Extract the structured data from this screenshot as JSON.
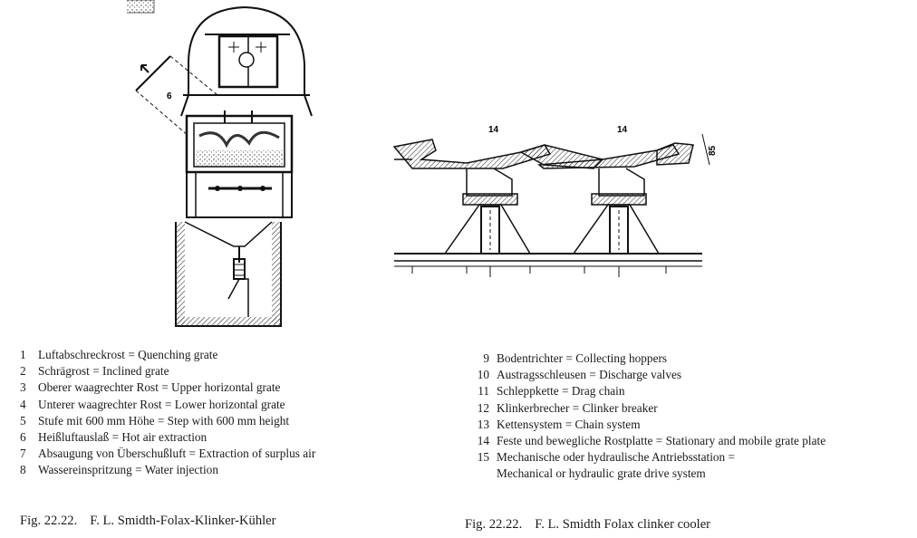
{
  "figure_left": {
    "callout": "6"
  },
  "figure_right": {
    "callout_a": "14",
    "callout_b": "14",
    "dimension": "85"
  },
  "legend_left": [
    {
      "num": "1",
      "text": "Luftabschreckrost = Quenching grate"
    },
    {
      "num": "2",
      "text": "Schrägrost = Inclined grate"
    },
    {
      "num": "3",
      "text": "Oberer waagrechter Rost = Upper horizontal grate"
    },
    {
      "num": "4",
      "text": "Unterer waagrechter Rost = Lower horizontal grate"
    },
    {
      "num": "5",
      "text": "Stufe mit 600 mm Höhe = Step with 600 mm height"
    },
    {
      "num": "6",
      "text": "Heißluftauslaß = Hot air extraction"
    },
    {
      "num": "7",
      "text": "Absaugung von Überschußluft = Extraction of surplus air"
    },
    {
      "num": "8",
      "text": "Wassereinspritzung = Water injection"
    }
  ],
  "legend_right": [
    {
      "num": "9",
      "text": "Bodentrichter = Collecting hoppers"
    },
    {
      "num": "10",
      "text": "Austragsschleusen = Discharge valves"
    },
    {
      "num": "11",
      "text": "Schleppkette = Drag chain"
    },
    {
      "num": "12",
      "text": "Klinkerbrecher = Clinker breaker"
    },
    {
      "num": "13",
      "text": "Kettensystem = Chain system"
    },
    {
      "num": "14",
      "text": "Feste und bewegliche Rostplatte = Stationary and mobile grate plate"
    },
    {
      "num": "15",
      "text": "Mechanische oder hydraulische Antriebsstation ="
    }
  ],
  "legend_right_continuation": "Mechanical or hydraulic grate drive system",
  "caption_left": {
    "fig_no": "Fig. 22.22.",
    "title": "F. L. Smidth-Folax-Klinker-Kühler"
  },
  "caption_right": {
    "fig_no": "Fig. 22.22.",
    "title": "F. L. Smidth Folax clinker cooler"
  }
}
